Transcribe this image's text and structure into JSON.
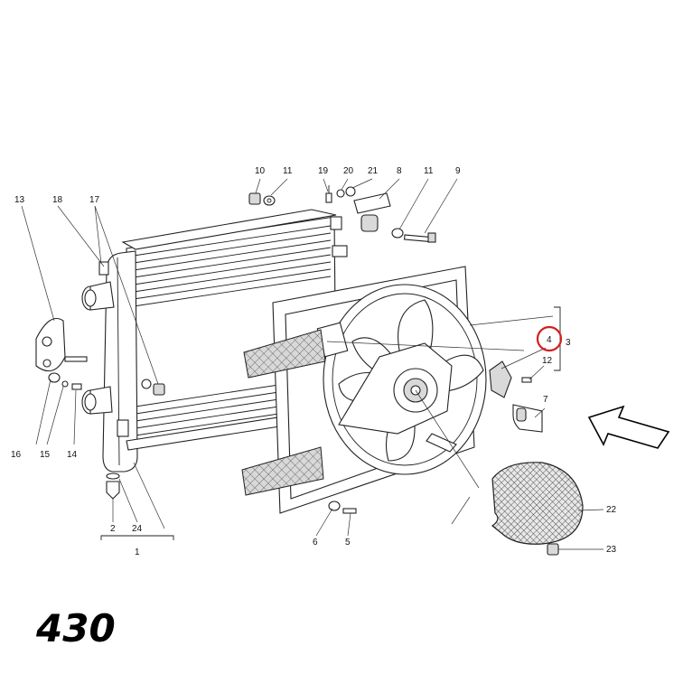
{
  "callouts": {
    "c1": "1",
    "c2": "2",
    "c3": "3",
    "c4": "4",
    "c5": "5",
    "c6": "6",
    "c7": "7",
    "c8": "8",
    "c9": "9",
    "c10": "10",
    "c11a": "11",
    "c11b": "11",
    "c12": "12",
    "c13": "13",
    "c14": "14",
    "c15": "15",
    "c16": "16",
    "c17": "17",
    "c18": "18",
    "c19": "19",
    "c20": "20",
    "c21": "21",
    "c22": "22",
    "c23": "23",
    "c24": "24"
  },
  "model_number": "430",
  "highlight": {
    "callout": "4",
    "color": "#d42020"
  },
  "icons": {
    "direction": "front-arrow-icon"
  }
}
